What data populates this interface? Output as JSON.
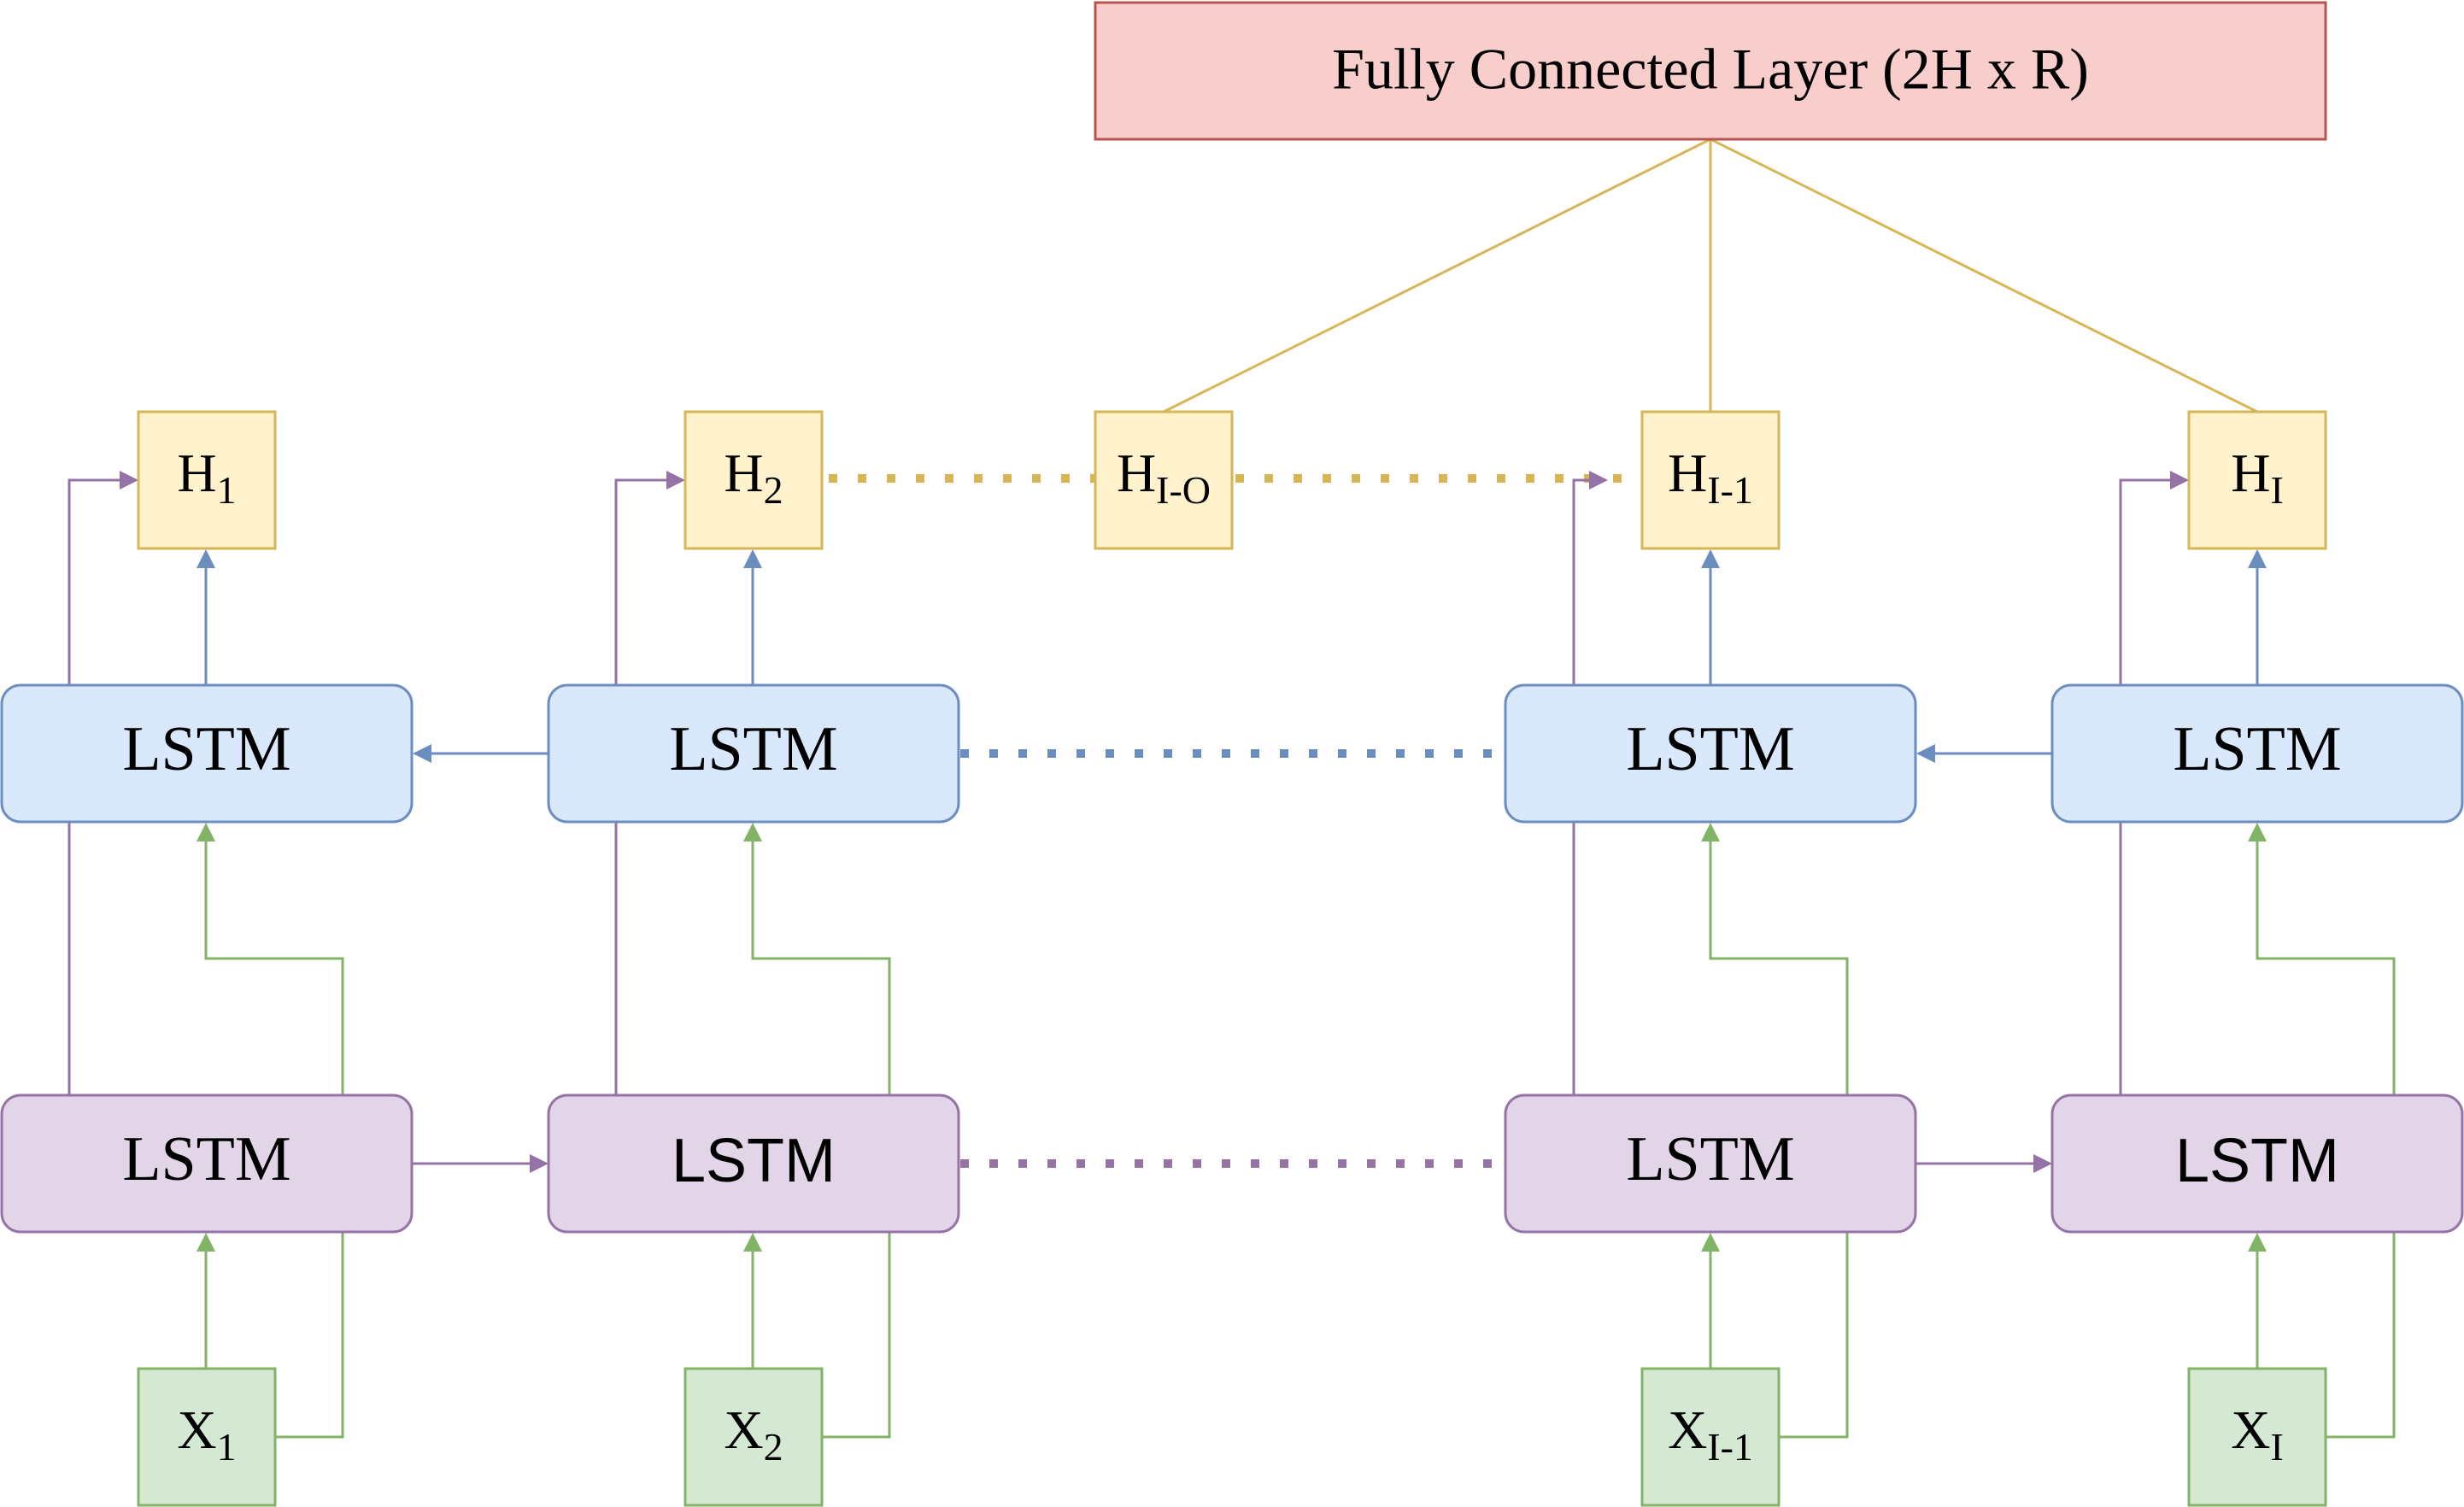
{
  "fc_layer": {
    "label": "Fully Connected Layer (2H x R)"
  },
  "hidden": [
    {
      "main": "H",
      "sub": "1"
    },
    {
      "main": "H",
      "sub": "2"
    },
    {
      "main": "H",
      "sub": "I-O"
    },
    {
      "main": "H",
      "sub": "I-1"
    },
    {
      "main": "H",
      "sub": "I"
    }
  ],
  "inputs": [
    {
      "main": "X",
      "sub": "1"
    },
    {
      "main": "X",
      "sub": "2"
    },
    {
      "main": "X",
      "sub": "I-1"
    },
    {
      "main": "X",
      "sub": "I"
    }
  ],
  "backward_lstm": [
    "LSTM",
    "LSTM",
    "LSTM",
    "LSTM"
  ],
  "forward_lstm": [
    "LSTM",
    "LSTM",
    "LSTM",
    "LSTM"
  ],
  "colors": {
    "fc_fill": "#f8cecc",
    "fc_stroke": "#b85450",
    "hidden_fill": "#fff2cc",
    "hidden_stroke": "#d6b656",
    "backward_fill": "#dae8fc",
    "backward_stroke": "#6c8ebf",
    "forward_fill": "#e1d5e7",
    "forward_stroke": "#9673a6",
    "input_fill": "#d5e8d4",
    "input_stroke": "#82b366"
  }
}
